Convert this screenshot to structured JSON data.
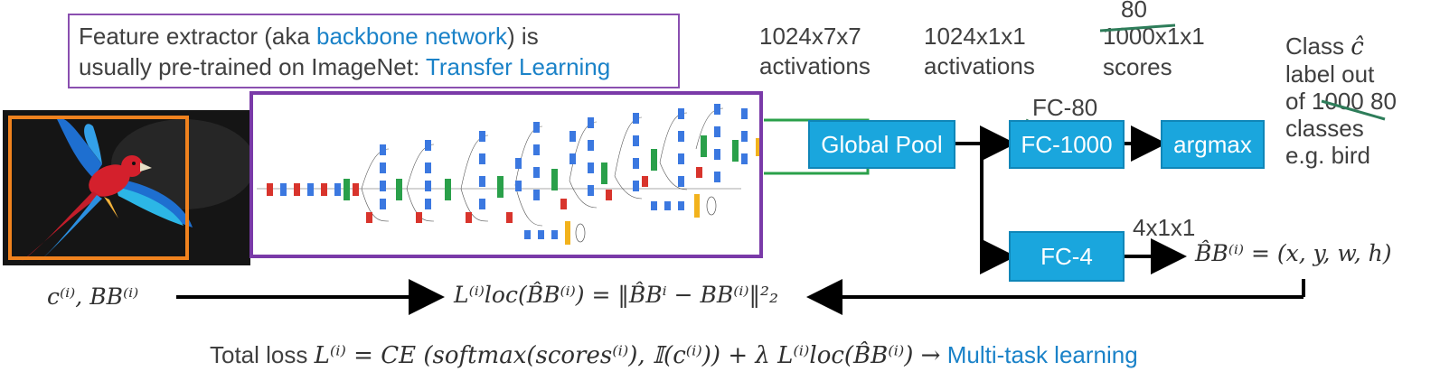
{
  "note": {
    "line1_a": "Feature extractor (aka ",
    "line1_hl": "backbone network",
    "line1_b": ") is",
    "line2_a": "usually pre-trained on ImageNet: ",
    "line2_hl": "Transfer Learning"
  },
  "columns": {
    "act1": [
      "1024x7x7",
      "activations"
    ],
    "act2": [
      "1024x1x1",
      "activations"
    ],
    "scores_over": "80",
    "scores_struck": "1000",
    "scores_rest": "x1x1",
    "scores_label": "scores"
  },
  "class_text": {
    "line1": "Class ",
    "line1_sym": "ĉ",
    "line2": "label out",
    "line3_a": "of ",
    "line3_struck": "1000",
    "line3_b": " 80",
    "line4": "classes",
    "line5": "e.g. bird"
  },
  "boxes": {
    "global_pool": "Global Pool",
    "fc_main": "FC-1000",
    "fc_main_over": "FC-80",
    "argmax": "argmax",
    "fc4": "FC-4",
    "fc4_over": "4x1x1"
  },
  "equations": {
    "bb_pred": "B̂B⁽ⁱ⁾ = (x, y, w, h)",
    "gt": "c⁽ⁱ⁾, BB⁽ⁱ⁾",
    "loc_loss": "L⁽ⁱ⁾loc(B̂B⁽ⁱ⁾) = ‖B̂Bⁱ − BB⁽ⁱ⁾‖²₂",
    "total_prefix": "Total loss ",
    "total_math": "L⁽ⁱ⁾ = CE (softmax(scores⁽ⁱ⁾), 𝕀(c⁽ⁱ⁾)) + λ L⁽ⁱ⁾loc(B̂B⁽ⁱ⁾) →",
    "total_hl": "Multi-task learning"
  },
  "colors": {
    "accent_blue": "#1a82c8",
    "box_blue": "#1aa6dd",
    "purple": "#7a3aa8",
    "orange": "#f0821e",
    "green": "#2aa04a",
    "strike_green": "#2e7d5a"
  }
}
